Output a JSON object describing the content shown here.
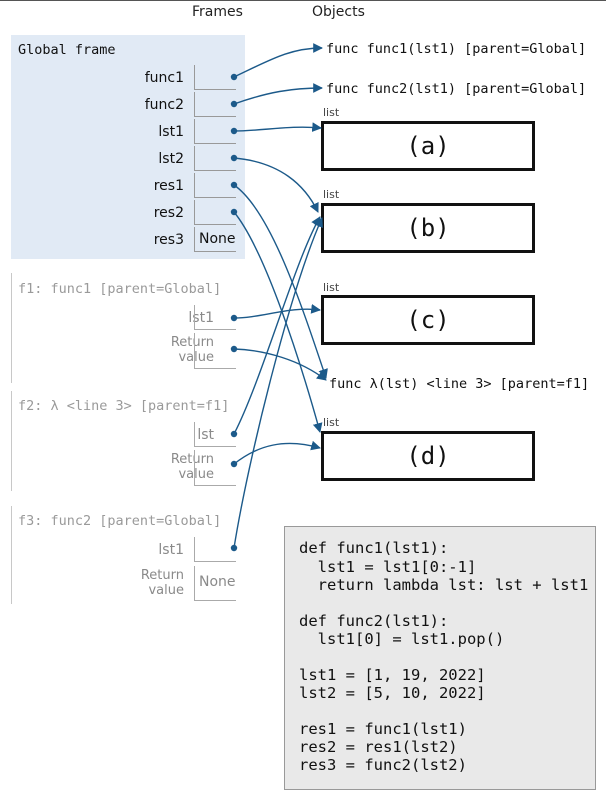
{
  "headers": {
    "frames": "Frames",
    "objects": "Objects"
  },
  "global_frame": {
    "title": "Global frame",
    "vars": [
      {
        "name": "func1",
        "value": ""
      },
      {
        "name": "func2",
        "value": ""
      },
      {
        "name": "lst1",
        "value": ""
      },
      {
        "name": "lst2",
        "value": ""
      },
      {
        "name": "res1",
        "value": ""
      },
      {
        "name": "res2",
        "value": ""
      },
      {
        "name": "res3",
        "value": "None"
      }
    ]
  },
  "frames": [
    {
      "title": "f1: func1 [parent=Global]",
      "var": "lst1",
      "return_label_1": "Return",
      "return_label_2": "value",
      "return_value": ""
    },
    {
      "title": "f2: λ <line 3> [parent=f1]",
      "var": "lst",
      "return_label_1": "Return",
      "return_label_2": "value",
      "return_value": ""
    },
    {
      "title": "f3: func2 [parent=Global]",
      "var": "lst1",
      "return_label_1": "Return",
      "return_label_2": "value",
      "return_value": "None"
    }
  ],
  "objects": {
    "func1": "func func1(lst1) [parent=Global]",
    "func2": "func func2(lst1) [parent=Global]",
    "lambda": "func λ(lst) <line 3> [parent=f1]",
    "list_label": "list",
    "lists": [
      "(a)",
      "(b)",
      "(c)",
      "(d)"
    ]
  },
  "code": [
    "def func1(lst1):",
    "  lst1 = lst1[0:-1]",
    "  return lambda lst: lst + lst1",
    "",
    "def func2(lst1):",
    "  lst1[0] = lst1.pop()",
    "",
    "lst1 = [1, 19, 2022]",
    "lst2 = [5, 10, 2022]",
    "",
    "res1 = func1(lst1)",
    "res2 = res1(lst2)",
    "res3 = func2(lst2)"
  ],
  "colors": {
    "arrow": "#1c5a8a",
    "global_bg": "#e1eaf5",
    "code_bg": "#e9e9e9"
  }
}
